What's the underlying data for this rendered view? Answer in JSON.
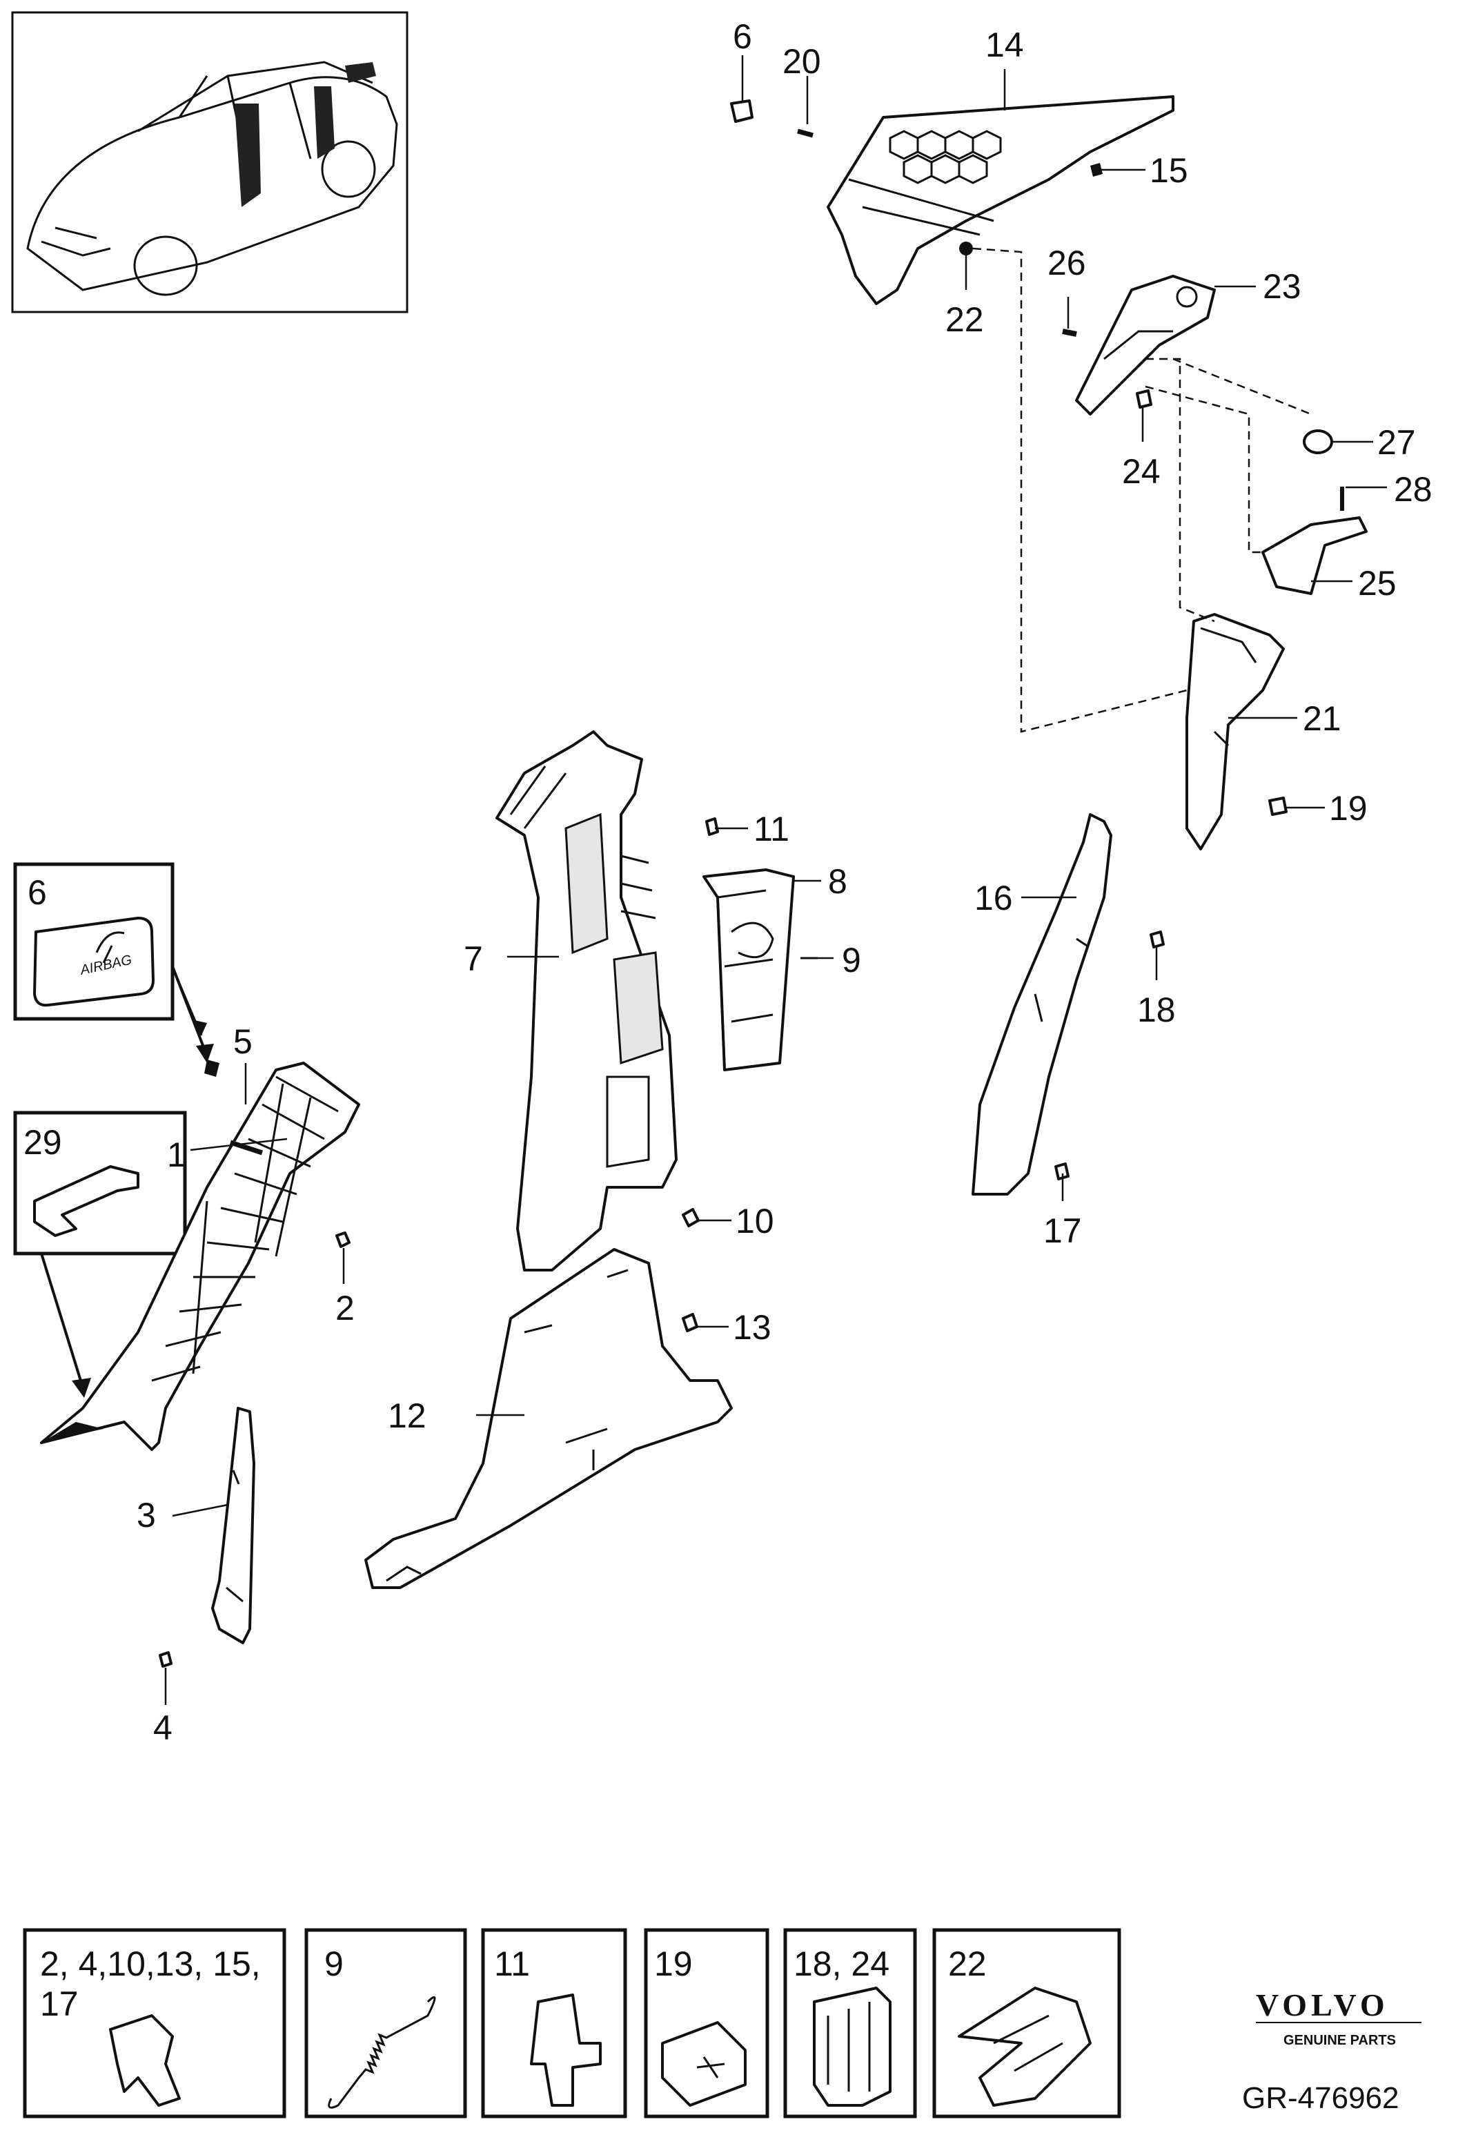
{
  "callouts": {
    "c1": "1",
    "c2": "2",
    "c3": "3",
    "c4": "4",
    "c5": "5",
    "c6": "6",
    "c7": "7",
    "c8": "8",
    "c9": "9",
    "c10": "10",
    "c11": "11",
    "c12": "12",
    "c13": "13",
    "c14": "14",
    "c15": "15",
    "c16": "16",
    "c17": "17",
    "c18": "18",
    "c19": "19",
    "c20": "20",
    "c21": "21",
    "c22": "22",
    "c23": "23",
    "c24": "24",
    "c25": "25",
    "c26": "26",
    "c27": "27",
    "c28": "28"
  },
  "inset_boxes": {
    "airbag_cover": {
      "label": "6",
      "cover_text": "AIRBAG"
    },
    "bracket": {
      "label": "29"
    }
  },
  "legend": [
    {
      "line1": "2, 4,10,13, 15,",
      "line2": "17",
      "icon": "push-clip-icon"
    },
    {
      "line1": "9",
      "line2": "",
      "icon": "spring-icon"
    },
    {
      "line1": "11",
      "line2": "",
      "icon": "retainer-clip-icon"
    },
    {
      "line1": "19",
      "line2": "",
      "icon": "square-clip-icon"
    },
    {
      "line1": "18, 24",
      "line2": "",
      "icon": "spring-clip-icon"
    },
    {
      "line1": "22",
      "line2": "",
      "icon": "wire-clip-icon"
    }
  ],
  "brand": {
    "name": "VOLVO",
    "tagline": "GENUINE PARTS"
  },
  "reference": "GR-476962"
}
